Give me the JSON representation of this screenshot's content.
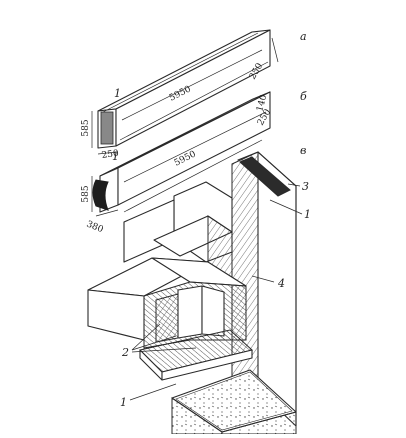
{
  "figure": {
    "panel_labels": {
      "a": "а",
      "b": "б",
      "c": "в"
    },
    "beam_a": {
      "length": "5950",
      "height": "585",
      "width": "250",
      "callout": "1"
    },
    "beam_b": {
      "length": "5950",
      "height": "585",
      "width": "380",
      "top_height": "140",
      "top_width": "250",
      "callout": "1"
    },
    "callouts": {
      "one_upper": "1",
      "three": "3",
      "four": "4",
      "two": "2",
      "one_lower": "1"
    }
  }
}
